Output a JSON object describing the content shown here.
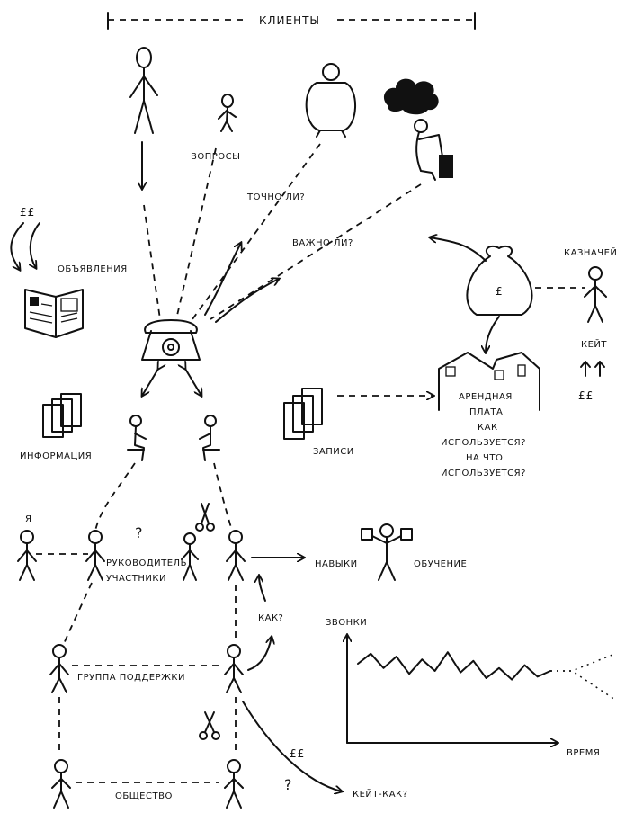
{
  "labels": {
    "clients": "КЛИЕНТЫ",
    "questions": "ВОПРОСЫ",
    "is_it_accurate": "ТОЧНО ЛИ?",
    "is_it_important": "ВАЖНО ЛИ?",
    "announcements": "ОБЪЯВЛЕНИЯ",
    "treasurer": "КАЗНАЧЕЙ",
    "kate": "КЕЙТ",
    "information": "ИНФОРМАЦИЯ",
    "records": "ЗАПИСИ",
    "rent": "АРЕНДНАЯ",
    "payment": "ПЛАТА",
    "how": "КАК",
    "is_used": "ИСПОЛЬЗУЕТСЯ?",
    "for_what": "НА ЧТО",
    "is_used_2": "ИСПОЛЬЗУЕТСЯ?",
    "me": "Я",
    "question_mark_1": "?",
    "leader": "РУКОВОДИТЕЛЬ",
    "participants": "УЧАСТНИКИ",
    "skills": "НАВЫКИ",
    "training": "ОБУЧЕНИЕ",
    "how_q": "КАК?",
    "calls": "ЗВОНКИ",
    "support_group": "ГРУППА ПОДДЕРЖКИ",
    "time": "ВРЕМЯ",
    "society": "ОБЩЕСТВО",
    "question_mark_2": "?",
    "kate_how": "КЕЙТ-КАК?",
    "pounds_1": "££",
    "pounds_2": "££",
    "pounds_3": "££",
    "bag_pound": "£"
  },
  "calls_chart": {
    "values": [
      55,
      62,
      52,
      60,
      48,
      58,
      50,
      63,
      49,
      57,
      45,
      52,
      44,
      54,
      46,
      50
    ],
    "forecast_upper": [
      50,
      56,
      62
    ],
    "forecast_lower": [
      50,
      40,
      30
    ]
  },
  "icons": [
    "stick-figure",
    "phone-icon",
    "money-bag-icon",
    "house-icon",
    "documents-icon",
    "newspaper-icon",
    "scissors-icon",
    "dumbbells-icon"
  ]
}
